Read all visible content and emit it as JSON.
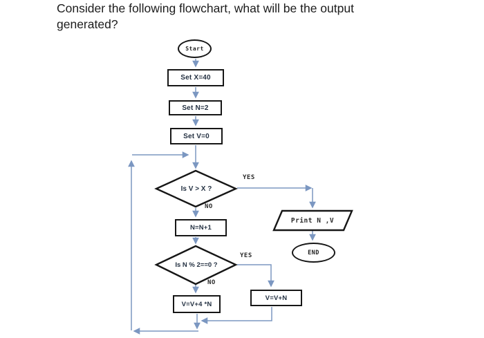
{
  "title": {
    "line1": "Consider the following flowchart, what will be the output",
    "line2": "generated?"
  },
  "flowchart": {
    "start": "Start",
    "set_x": "Set X=40",
    "set_n": "Set N=2",
    "set_v": "Set V=0",
    "decision1": "Is V > X ?",
    "decision1_yes": "YES",
    "decision1_no": "NO",
    "n_update": "N=N+1",
    "decision2": "Is N % 2==0 ?",
    "decision2_yes": "YES",
    "decision2_no": "NO",
    "v_update_no_branch": "V=V+4 *N",
    "v_update_yes_branch": "V=V+N",
    "print": "Print N ,V",
    "end": "END"
  },
  "colors": {
    "connector": "#7b97c1",
    "shape_border": "#161616",
    "box_text": "#243142",
    "label_text": "#2b2b2b"
  }
}
